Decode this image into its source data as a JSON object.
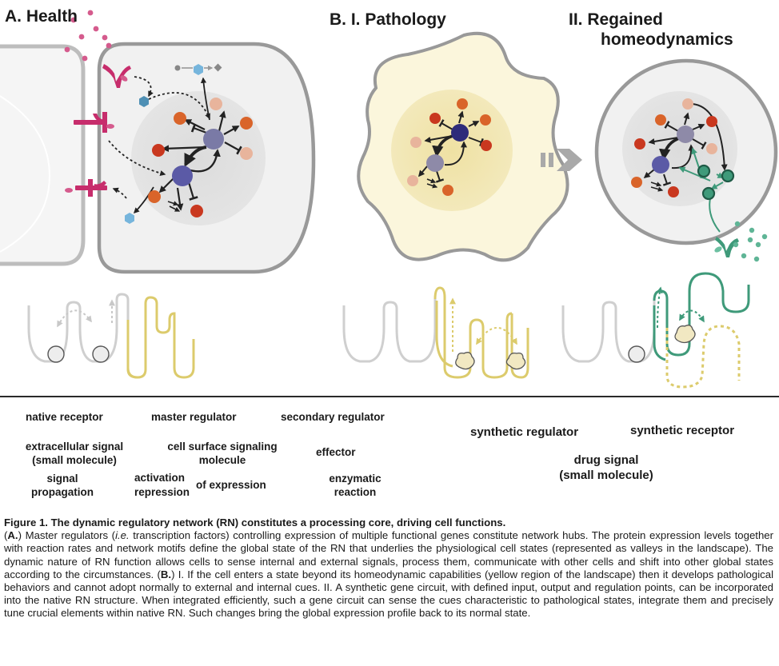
{
  "panels": {
    "a_title": "A.  Health",
    "b_title": "B.  I. Pathology",
    "c_title_line1": "II. Regained",
    "c_title_line2": "homeodynamics"
  },
  "legend": {
    "native_receptor": "native receptor",
    "master_regulator": "master regulator",
    "secondary_regulator": "secondary regulator",
    "extracellular_signal_line1": "extracellular signal",
    "extracellular_signal_line2": "(small molecule)",
    "cell_surface_line1": "cell surface signaling",
    "cell_surface_line2": "molecule",
    "effector": "effector",
    "signal_line1": "signal",
    "signal_line2": "propagation",
    "activation": "activation",
    "repression": "repression",
    "of_expression": "of expression",
    "enzymatic_line1": "enzymatic",
    "enzymatic_line2": "reaction",
    "synthetic_regulator": "synthetic regulator",
    "synthetic_receptor": "synthetic receptor",
    "drug_signal_line1": "drug signal",
    "drug_signal_line2": "(small molecule)"
  },
  "colors": {
    "master": "#5b5aa6",
    "master_dark": "#2e2b7a",
    "secondary": "#d9642a",
    "secondary_red": "#c9381f",
    "secondary_light": "#e8b49c",
    "receptor": "#c72d6c",
    "effector": "#4f90b5",
    "synthetic": "#3f9a7a",
    "yellow": "#dccb6c",
    "landscape_gray": "#cfcfcf"
  },
  "caption": {
    "title": "Figure 1. The dynamic regulatory network (RN) constitutes a processing core, driving cell functions.",
    "a_label": "A.",
    "a_pre": "Master regulators (",
    "a_ie": "i.e.",
    "a_text": " transcription factors) controlling expression of multiple functional genes constitute network hubs. The protein expression levels together with reaction rates and network motifs define the global state of the RN that underlies the physiological cell states (represented as valleys in the landscape). The dynamic nature of RN function allows cells to sense internal and external signals, process them, communicate with other cells and shift into other global states according to the circumstances.",
    "b_label": "B.",
    "b_text": " I. If the cell enters a state beyond its homeodynamic capabilities (yellow region of the landscape) then it develops pathological behaviors and cannot adopt normally to external and internal cues. II. A synthetic gene circuit, with defined input, output and regulation points, can be incorporated into the native RN structure. When integrated efficiently, such a gene circuit can sense the cues characteristic to pathological states, integrate them and precisely tune crucial elements within native RN. Such changes bring the global expression profile back to its normal state."
  }
}
